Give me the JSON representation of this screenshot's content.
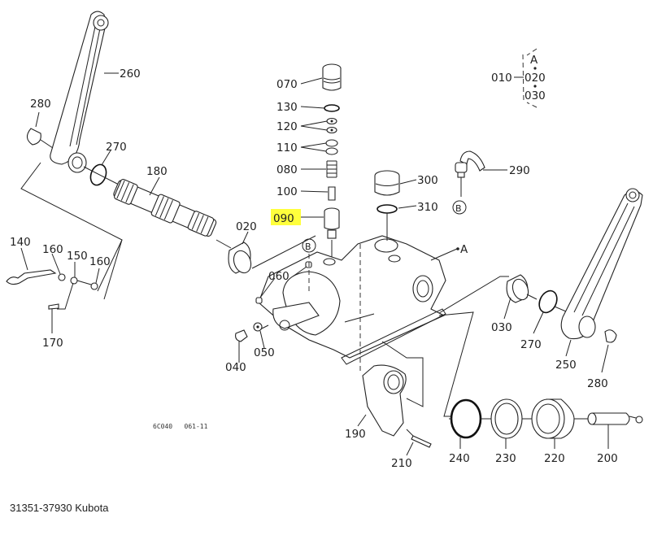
{
  "diagram": {
    "title": "Kubota hydraulic lift housing exploded parts diagram",
    "highlight_color": "#ffff3c",
    "highlighted_part": "090",
    "drawing_code": "6C040   061-11",
    "callouts": {
      "p260": "260",
      "p280_left": "280",
      "p270_left": "270",
      "p180": "180",
      "p140": "140",
      "p160_a": "160",
      "p150": "150",
      "p160_b": "160",
      "p170": "170",
      "p020": "020",
      "p070": "070",
      "p130": "130",
      "p120": "120",
      "p110": "110",
      "p080": "080",
      "p100": "100",
      "p090": "090",
      "p060": "060",
      "p040": "040",
      "p050": "050",
      "p300": "300",
      "p310": "310",
      "p290": "290",
      "ref_b_top": "B",
      "ref_b_mid": "B",
      "ref_a": "A",
      "group_010": "010",
      "group_a": "A",
      "group_020": "020",
      "group_030": "030",
      "p030": "030",
      "p270_right": "270",
      "p250": "250",
      "p280_right": "280",
      "p190": "190",
      "p210": "210",
      "p240": "240",
      "p230": "230",
      "p220": "220",
      "p200": "200"
    }
  },
  "caption": "31351-37930 Kubota"
}
